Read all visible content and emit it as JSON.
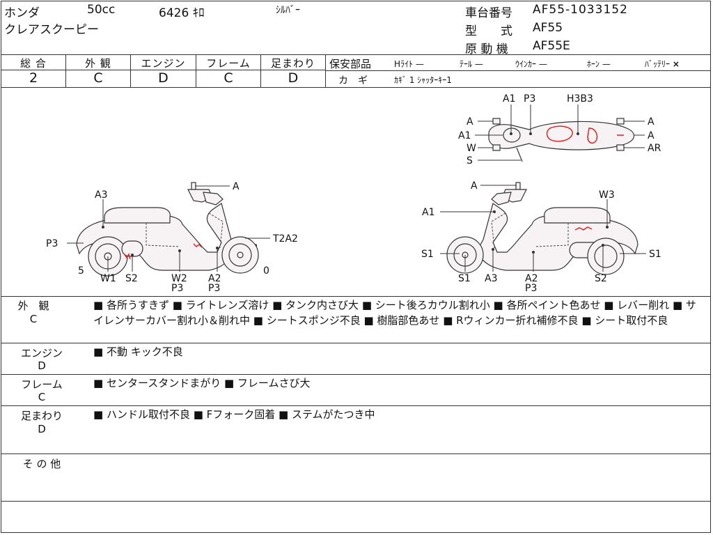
{
  "header": {
    "maker": "ホンダ",
    "displacement": "50cc",
    "mileage": "6426 ｷﾛ",
    "color": "ｼﾙﾊﾞｰ",
    "model_name": "クレアスクーピー",
    "frame_no_label": "車台番号",
    "frame_no": "AF55-1033152",
    "type_label": "型　　式",
    "type": "AF55",
    "engine_label": "原 動 機",
    "engine": "AF55E"
  },
  "grades": [
    {
      "label": "総 合",
      "value": "2"
    },
    {
      "label": "外 観",
      "value": "C"
    },
    {
      "label": "エンジン",
      "value": "D"
    },
    {
      "label": "フレーム",
      "value": "C"
    },
    {
      "label": "足まわり",
      "value": "D"
    }
  ],
  "safety": {
    "label": "保安部品",
    "items": [
      {
        "name": "Hﾗｲﾄ",
        "status": "—"
      },
      {
        "name": "ﾃｰﾙ",
        "status": "—"
      },
      {
        "name": "ｳｲﾝｶｰ",
        "status": "—"
      },
      {
        "name": "ﾎｰﾝ",
        "status": "—"
      },
      {
        "name": "ﾊﾞｯﾃﾘｰ",
        "status": "×"
      }
    ],
    "key_label": "カ　ギ",
    "key_value": "ｶｷﾞ 1 ｼｬｯﾀｰｷｰ1"
  },
  "diagram": {
    "left_labels": [
      "A3",
      "P3",
      "A",
      "T2A2",
      "5",
      "W1",
      "S2",
      "W2",
      "P3",
      "A2",
      "P3",
      "0"
    ],
    "right_labels": [
      "A",
      "A1",
      "W3",
      "S1",
      "S1",
      "S1",
      "A3",
      "A2",
      "P3",
      "S2"
    ],
    "top_labels": [
      "A1",
      "P3",
      "H3B3",
      "A",
      "A1",
      "W",
      "S",
      "A",
      "A",
      "AR"
    ]
  },
  "sections": [
    {
      "label": "外　観",
      "grade": "C",
      "text": "■ 各所うすきず ■ ライトレンズ溶け ■ タンク内さび大 ■ シート後ろカウル割れ小 ■ 各所ペイント色あせ ■ レバー削れ ■ サイレンサーカバー割れ小＆削れ中 ■ シートスポンジ不良 ■ 樹脂部色あせ ■ Rウィンカー折れ補修不良 ■ シート取付不良"
    },
    {
      "label": "エンジン",
      "grade": "D",
      "text": "■ 不動 キック不良"
    },
    {
      "label": "フレーム",
      "grade": "C",
      "text": "■ センタースタンドまがり ■ フレームさび大"
    },
    {
      "label": "足まわり",
      "grade": "D",
      "text": "■ ハンドル取付不良 ■ Fフォーク固着 ■ ステムがたつき中"
    },
    {
      "label": "そ の 他",
      "grade": "",
      "text": ""
    }
  ]
}
